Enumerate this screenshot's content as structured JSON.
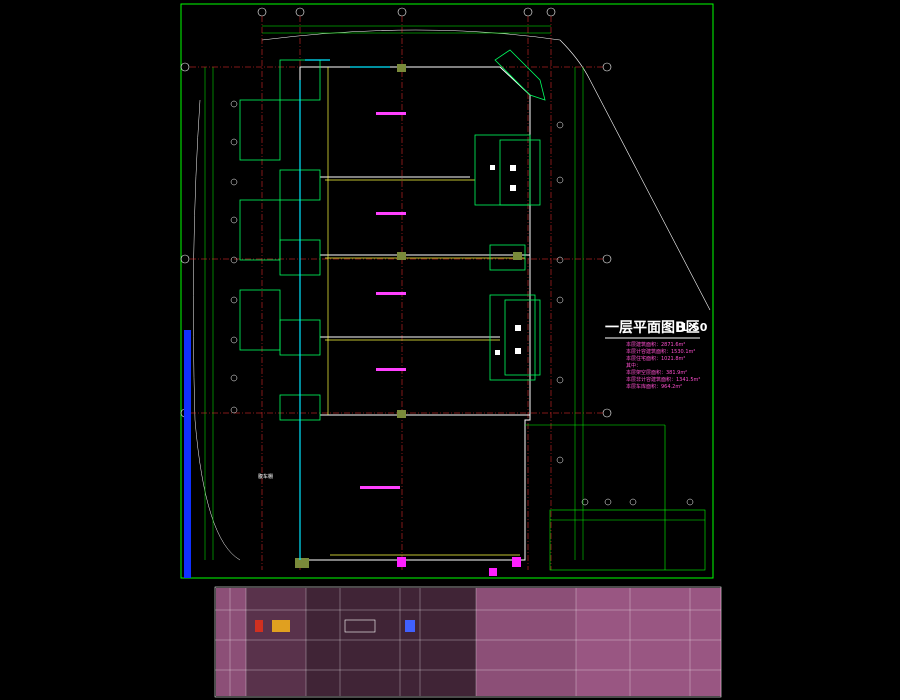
{
  "drawing": {
    "title": "一层平面图B区",
    "scale": "1:50",
    "side_label": "腹车棚",
    "notes": [
      "本层建筑面积：2871.6m²",
      "本层计容建筑面积：1530.1m²",
      "本层住宅面积：1021.8m²",
      "其中：",
      "本层架空层面积：381.9m²",
      "本层非计容建筑面积：1341.5m²",
      "本层车库面积：964.2m²"
    ],
    "colors": {
      "background": "#000000",
      "frame": "#00ff00",
      "wall": "#ffffff",
      "axis": "#ff3030",
      "dimension": "#00ff00",
      "text": "#ff40ff",
      "legend": "#ff8fd8",
      "blue_strip": "#1030ff"
    }
  }
}
